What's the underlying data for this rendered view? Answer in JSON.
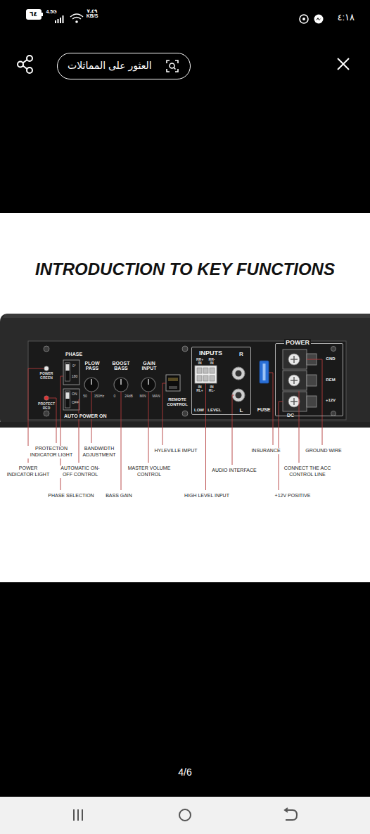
{
  "diagram": {
    "title": "INTRODUCTION TO KEY FUNCTIONS",
    "nodes": [
      {
        "text": [
          "العثور على المماثلات"
        ]
      },
      {
        "text": [
          "INPUTS"
        ]
      },
      {
        "text": [
          "POWER"
        ]
      }
    ],
    "labels": [
      "٦٤",
      "4.5G",
      "٧.٤٩ KB/S",
      "٤:١٨",
      "PHASE",
      "POWER GREEN",
      "0°",
      "180",
      "PROTECT RED",
      "ON",
      "OFF",
      "AUTO POWER ON",
      "PLOW PASS",
      "BOOST BASS",
      "GAIN INPUT",
      "50",
      "150Hz",
      "0",
      "24dB",
      "MIN",
      "MAN",
      "REMOTE CONTROL",
      "R",
      "RR+ IN",
      "RR- IN",
      "IN RL+",
      "IN RL-",
      "LOW",
      "LEVEL",
      "L",
      "FUSE",
      "GND",
      "REM",
      "+12V",
      "DC",
      "PROTECTION INDICATOR LIGHT",
      "BANDWIDTH ADJUSTMENT",
      "HYLEVILLE IMPUT",
      "INSURANCE",
      "GROUND WIRE",
      "POWER INDICATOR LIGHT",
      "AUTOMATIC ON-OFF CONTROL",
      "MASTER VOLUME CONTROL",
      "AUDIO INTERFACE",
      "CONNECT THE ACC CONTROL LINE",
      "PHASE SELECTION",
      "BASS GAIN",
      "HIGH LEVEL INPUT",
      "+12V POSITIVE",
      "4/6"
    ]
  }
}
